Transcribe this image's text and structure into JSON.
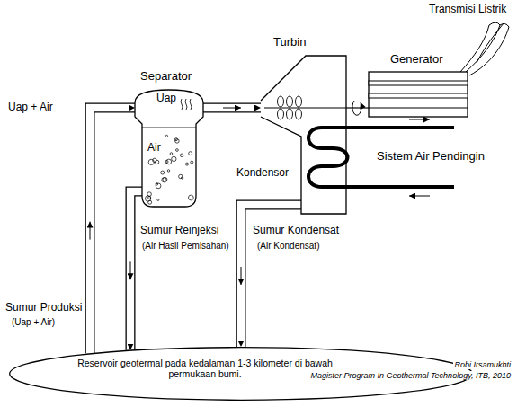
{
  "diagram": {
    "nodes": [
      {
        "text": [
          "Separator",
          "Uap",
          "Air"
        ]
      },
      {
        "text": [
          "Turbin"
        ]
      },
      {
        "text": [
          "Generator"
        ]
      },
      {
        "text": [
          "Reservoir geotermal pada kedalaman 1-3 kilometer di bawah permukaan bumi."
        ]
      }
    ],
    "edges": [
      {
        "from": 3,
        "to": 0,
        "arrow": "to"
      },
      {
        "from": 0,
        "to": 1,
        "arrow": "to"
      },
      {
        "from": 0,
        "to": 3,
        "arrow": "to"
      },
      {
        "from": 1,
        "to": 3,
        "arrow": "to"
      },
      {
        "from": 1,
        "to": 2,
        "arrow": "none"
      }
    ],
    "labels": [
      "Uap + Air",
      "Transmisi Listrik",
      "Kondensor",
      "Sistem Air Pendingin",
      "Sumur Reinjeksi",
      "(Air Hasil Pemisahan)",
      "Sumur Kondensat",
      "(Air Kondensat)",
      "Sumur Produksi",
      "(Uap + Air)",
      "Robi Irsamukhti",
      "Magister Program In Geothermal Technology, ITB, 2010"
    ]
  }
}
